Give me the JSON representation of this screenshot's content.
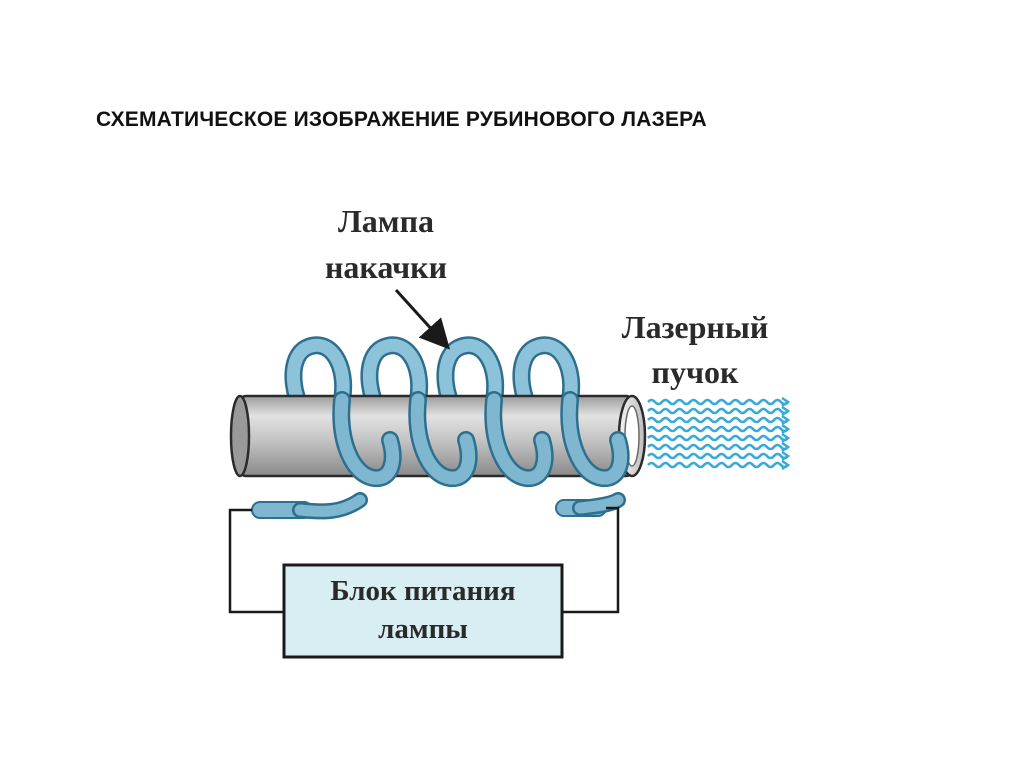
{
  "slide": {
    "title": "СХЕМАТИЧЕСКОЕ ИЗОБРАЖЕНИЕ РУБИНОВОГО ЛАЗЕРА"
  },
  "diagram": {
    "lamp_label": [
      "Лампа",
      "накачки"
    ],
    "beam_label": [
      "Лазерный",
      "пучок"
    ],
    "power_label": [
      "Блок питания",
      "лампы"
    ],
    "colors": {
      "lamp_tube": "#7fb6d0",
      "lamp_outline": "#2e6f8e",
      "rod": "#bdbdbd",
      "beam": "#39a9d9",
      "power_box": "#d9eef3"
    }
  }
}
